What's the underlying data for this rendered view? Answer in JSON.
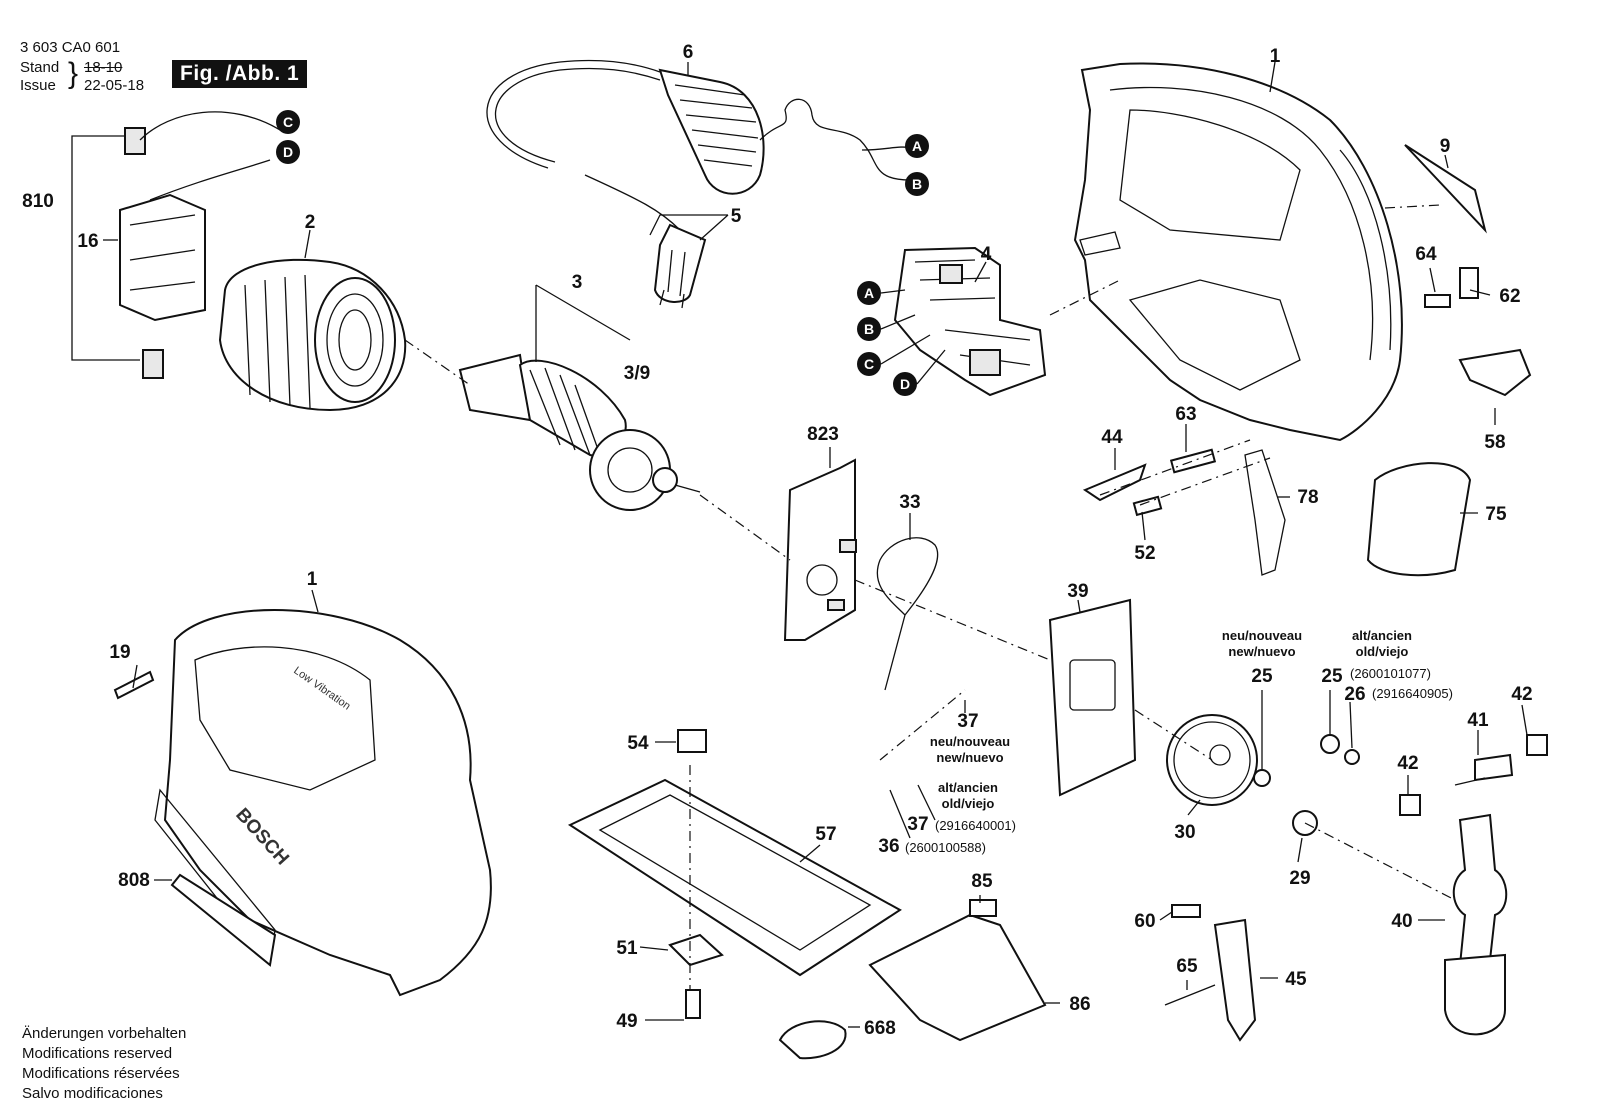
{
  "header": {
    "doc_number": "3 603 CA0 601",
    "stand_label": "Stand",
    "issue_label": "Issue",
    "old_date": "18-10",
    "new_date": "22-05-18",
    "figure_badge": "Fig. /Abb. 1"
  },
  "notes": [
    "Änderungen vorbehalten",
    "Modifications reserved",
    "Modifications réservées",
    "Salvo modificaciones"
  ],
  "connectors": [
    "A",
    "B",
    "C",
    "D"
  ],
  "brand_text": "BOSCH",
  "housing_text": "Low Vibration",
  "parts": {
    "p1_top": "1",
    "p1_bottom": "1",
    "p2": "2",
    "p3": "3",
    "p3_9": "3/9",
    "p4": "4",
    "p5": "5",
    "p6": "6",
    "p9": "9",
    "p16": "16",
    "p19": "19",
    "p25_new": "25",
    "p25_old": "25",
    "p26": "26",
    "p29": "29",
    "p30": "30",
    "p33": "33",
    "p36": "36",
    "p37_new": "37",
    "p37_old": "37",
    "p39": "39",
    "p40": "40",
    "p41": "41",
    "p42_a": "42",
    "p42_b": "42",
    "p44": "44",
    "p45": "45",
    "p49": "49",
    "p51": "51",
    "p52": "52",
    "p54": "54",
    "p57": "57",
    "p58": "58",
    "p60": "60",
    "p62": "62",
    "p63": "63",
    "p64": "64",
    "p65": "65",
    "p668": "668",
    "p75": "75",
    "p78": "78",
    "p808": "808",
    "p810": "810",
    "p823": "823",
    "p85": "85",
    "p86": "86"
  },
  "annotations": {
    "new_line1": "neu/nouveau",
    "new_line2": "new/nuevo",
    "old_line1": "alt/ancien",
    "old_line2": "old/viejo",
    "code_25_old": "(2600101077)",
    "code_26": "(2916640905)",
    "code_37_old": "(2916640001)",
    "code_36": "(2600100588)"
  }
}
